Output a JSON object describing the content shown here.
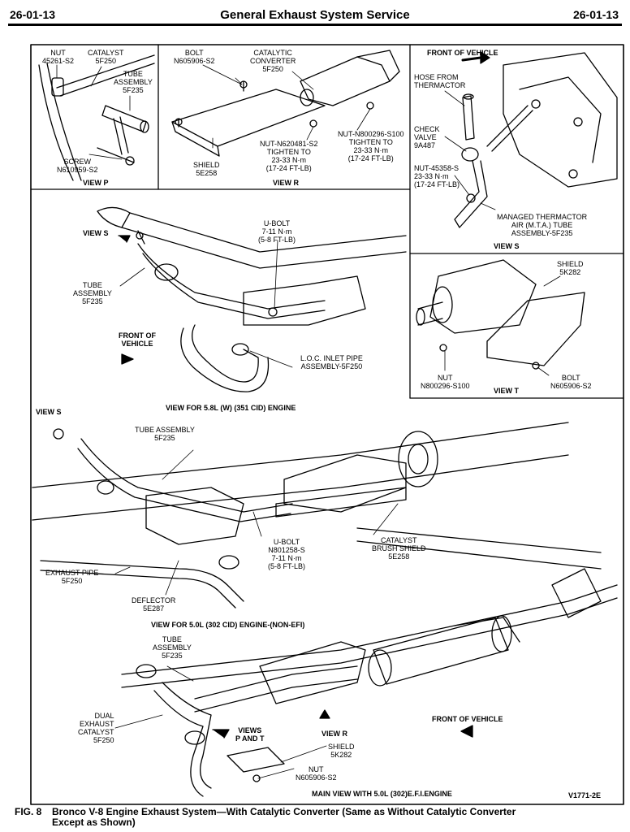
{
  "header": {
    "section_left": "26-01-13",
    "title": "General Exhaust System Service",
    "section_right": "26-01-13"
  },
  "view_p": {
    "nut": "NUT\n45261-S2",
    "catalyst": "CATALYST\n5F250",
    "tube": "TUBE\nASSEMBLY\n5F235",
    "screw": "SCREW\nN610959-S2",
    "title": "VIEW P"
  },
  "view_r": {
    "bolt": "BOLT\nN605906-S2",
    "converter": "CATALYTIC\nCONVERTER\n5F250",
    "shield": "SHIELD\n5E258",
    "nut1": "NUT-N620481-S2\nTIGHTEN TO\n23-33 N·m\n(17-24 FT-LB)",
    "nut2": "NUT-N800296-S100\nTIGHTEN TO\n23-33 N·m\n(17-24 FT-LB)",
    "title": "VIEW R"
  },
  "view_s": {
    "front": "FRONT OF VEHICLE",
    "hose": "HOSE FROM\nTHERMACTOR",
    "check": "CHECK\nVALVE\n9A487",
    "nut": "NUT-45358-S\n23-33 N·m\n(17-24 FT-LB)",
    "mta": "MANAGED THERMACTOR\nAIR (M.T.A.) TUBE\nASSEMBLY-5F235",
    "title": "VIEW S"
  },
  "view_t": {
    "shield": "SHIELD\n5K282",
    "nut": "NUT\nN800296-S100",
    "bolt": "BOLT\nN605906-S2",
    "title": "VIEW T"
  },
  "view_58": {
    "view_s": "VIEW S",
    "ubolt": "U-BOLT\n7-11 N·m\n(5-8 FT-LB)",
    "tube": "TUBE\nASSEMBLY\n5F235",
    "front": "FRONT OF\nVEHICLE",
    "loc": "L.O.C. INLET PIPE\nASSEMBLY-5F250",
    "title": "VIEW FOR 5.8L (W) (351 CID) ENGINE"
  },
  "view_50": {
    "view_s": "VIEW S",
    "tube": "TUBE ASSEMBLY\n5F235",
    "brush": "CATALYST\nBRUSH SHIELD\n5E258",
    "ubolt": "U-BOLT\nN801258-S\n7-11 N·m\n(5-8 FT-LB)",
    "exhaust": "EXHAUST PIPE\n5F250",
    "deflector": "DEFLECTOR\n5E287",
    "title": "VIEW FOR 5.0L (302 CID) ENGINE-(NON-EFI)"
  },
  "main_view": {
    "tube": "TUBE\nASSEMBLY\n5F235",
    "dual": "DUAL\nEXHAUST\nCATALYST\n5F250",
    "views_pt": "VIEWS\nP AND T",
    "view_r": "VIEW R",
    "shield": "SHIELD\n5K282",
    "nut": "NUT\nN605906-S2",
    "front": "FRONT OF VEHICLE",
    "title": "MAIN VIEW WITH 5.0L (302)E.F.I.ENGINE",
    "code": "V1771-2E"
  },
  "caption": {
    "number": "FIG. 8",
    "line1": "Bronco V-8 Engine Exhaust System—With Catalytic Converter (Same as Without Catalytic Converter",
    "line2": "Except as Shown)"
  }
}
